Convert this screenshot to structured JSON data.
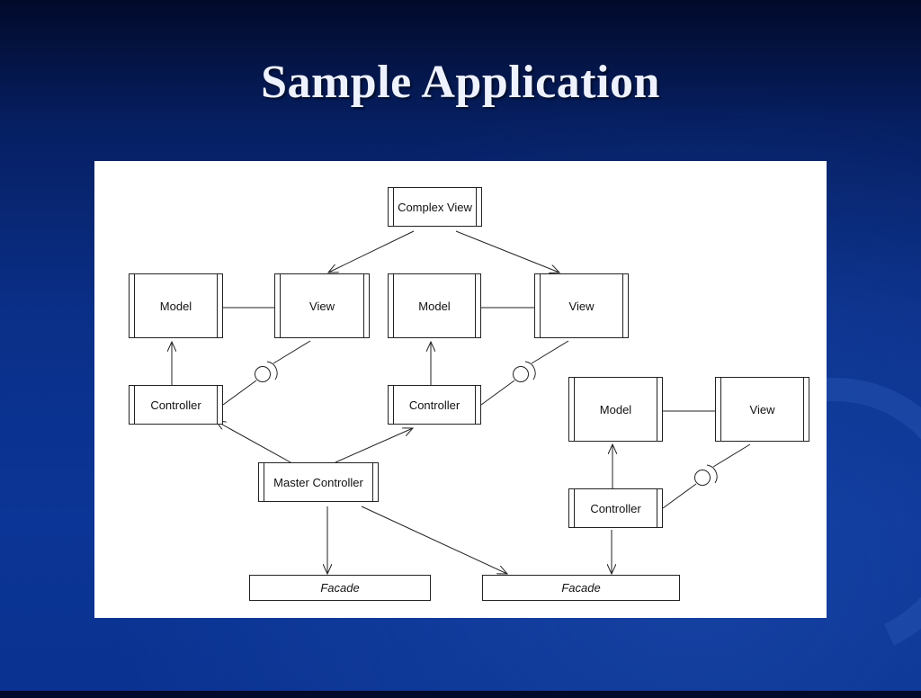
{
  "slide": {
    "title": "Sample Application"
  },
  "diagram": {
    "complex_view": "Complex View",
    "groups": [
      {
        "model": "Model",
        "view": "View",
        "controller": "Controller"
      },
      {
        "model": "Model",
        "view": "View",
        "controller": "Controller"
      },
      {
        "model": "Model",
        "view": "View",
        "controller": "Controller"
      }
    ],
    "master_controller": "Master Controller",
    "facades": [
      "Facade",
      "Facade"
    ]
  },
  "colors": {
    "background_top": "#020a2a",
    "background_main": "#0b3596",
    "title_text": "#eef2ff",
    "panel": "#ffffff",
    "lines": "#222222"
  }
}
